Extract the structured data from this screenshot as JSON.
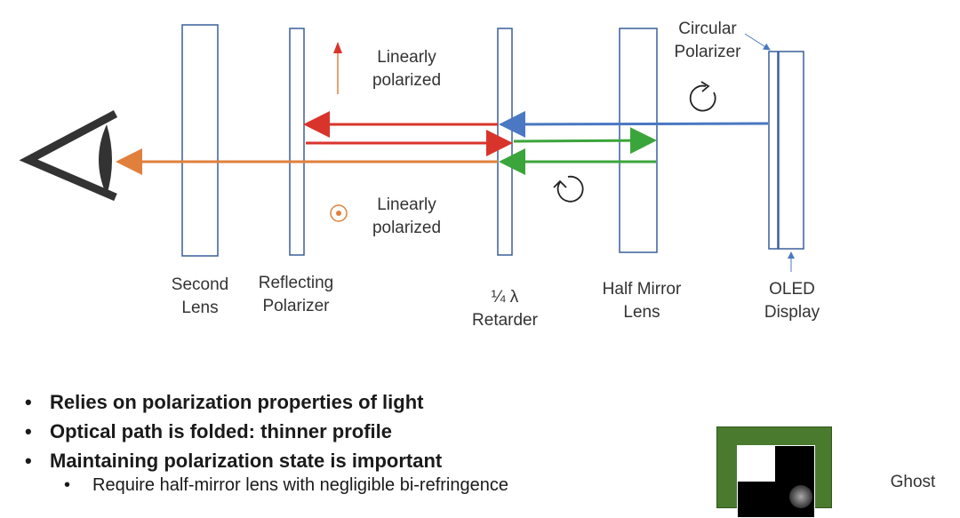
{
  "labels": {
    "circular_polarizer_1": "Circular",
    "circular_polarizer_2": "Polarizer",
    "lin_pol_top_1": "Linearly",
    "lin_pol_top_2": "polarized",
    "lin_pol_bottom_1": "Linearly",
    "lin_pol_bottom_2": "polarized",
    "second_lens_1": "Second",
    "second_lens_2": "Lens",
    "reflecting_polarizer_1": "Reflecting",
    "reflecting_polarizer_2": "Polarizer",
    "retarder_1": "¼ λ",
    "retarder_2": "Retarder",
    "half_mirror_1": "Half Mirror",
    "half_mirror_2": "Lens",
    "oled_1": "OLED",
    "oled_2": "Display"
  },
  "bullets": [
    "Relies on polarization properties of light",
    "Optical path is folded: thinner profile",
    "Maintaining polarization state is important"
  ],
  "sub_bullet": "Require half-mirror lens with negligible bi-refringence",
  "ghost_label": "Ghost",
  "colors": {
    "red": "#d9342b",
    "blue": "#4a78c2",
    "green": "#3aa53a",
    "orange": "#e0803c",
    "element_stroke": "#3a5f9a"
  }
}
